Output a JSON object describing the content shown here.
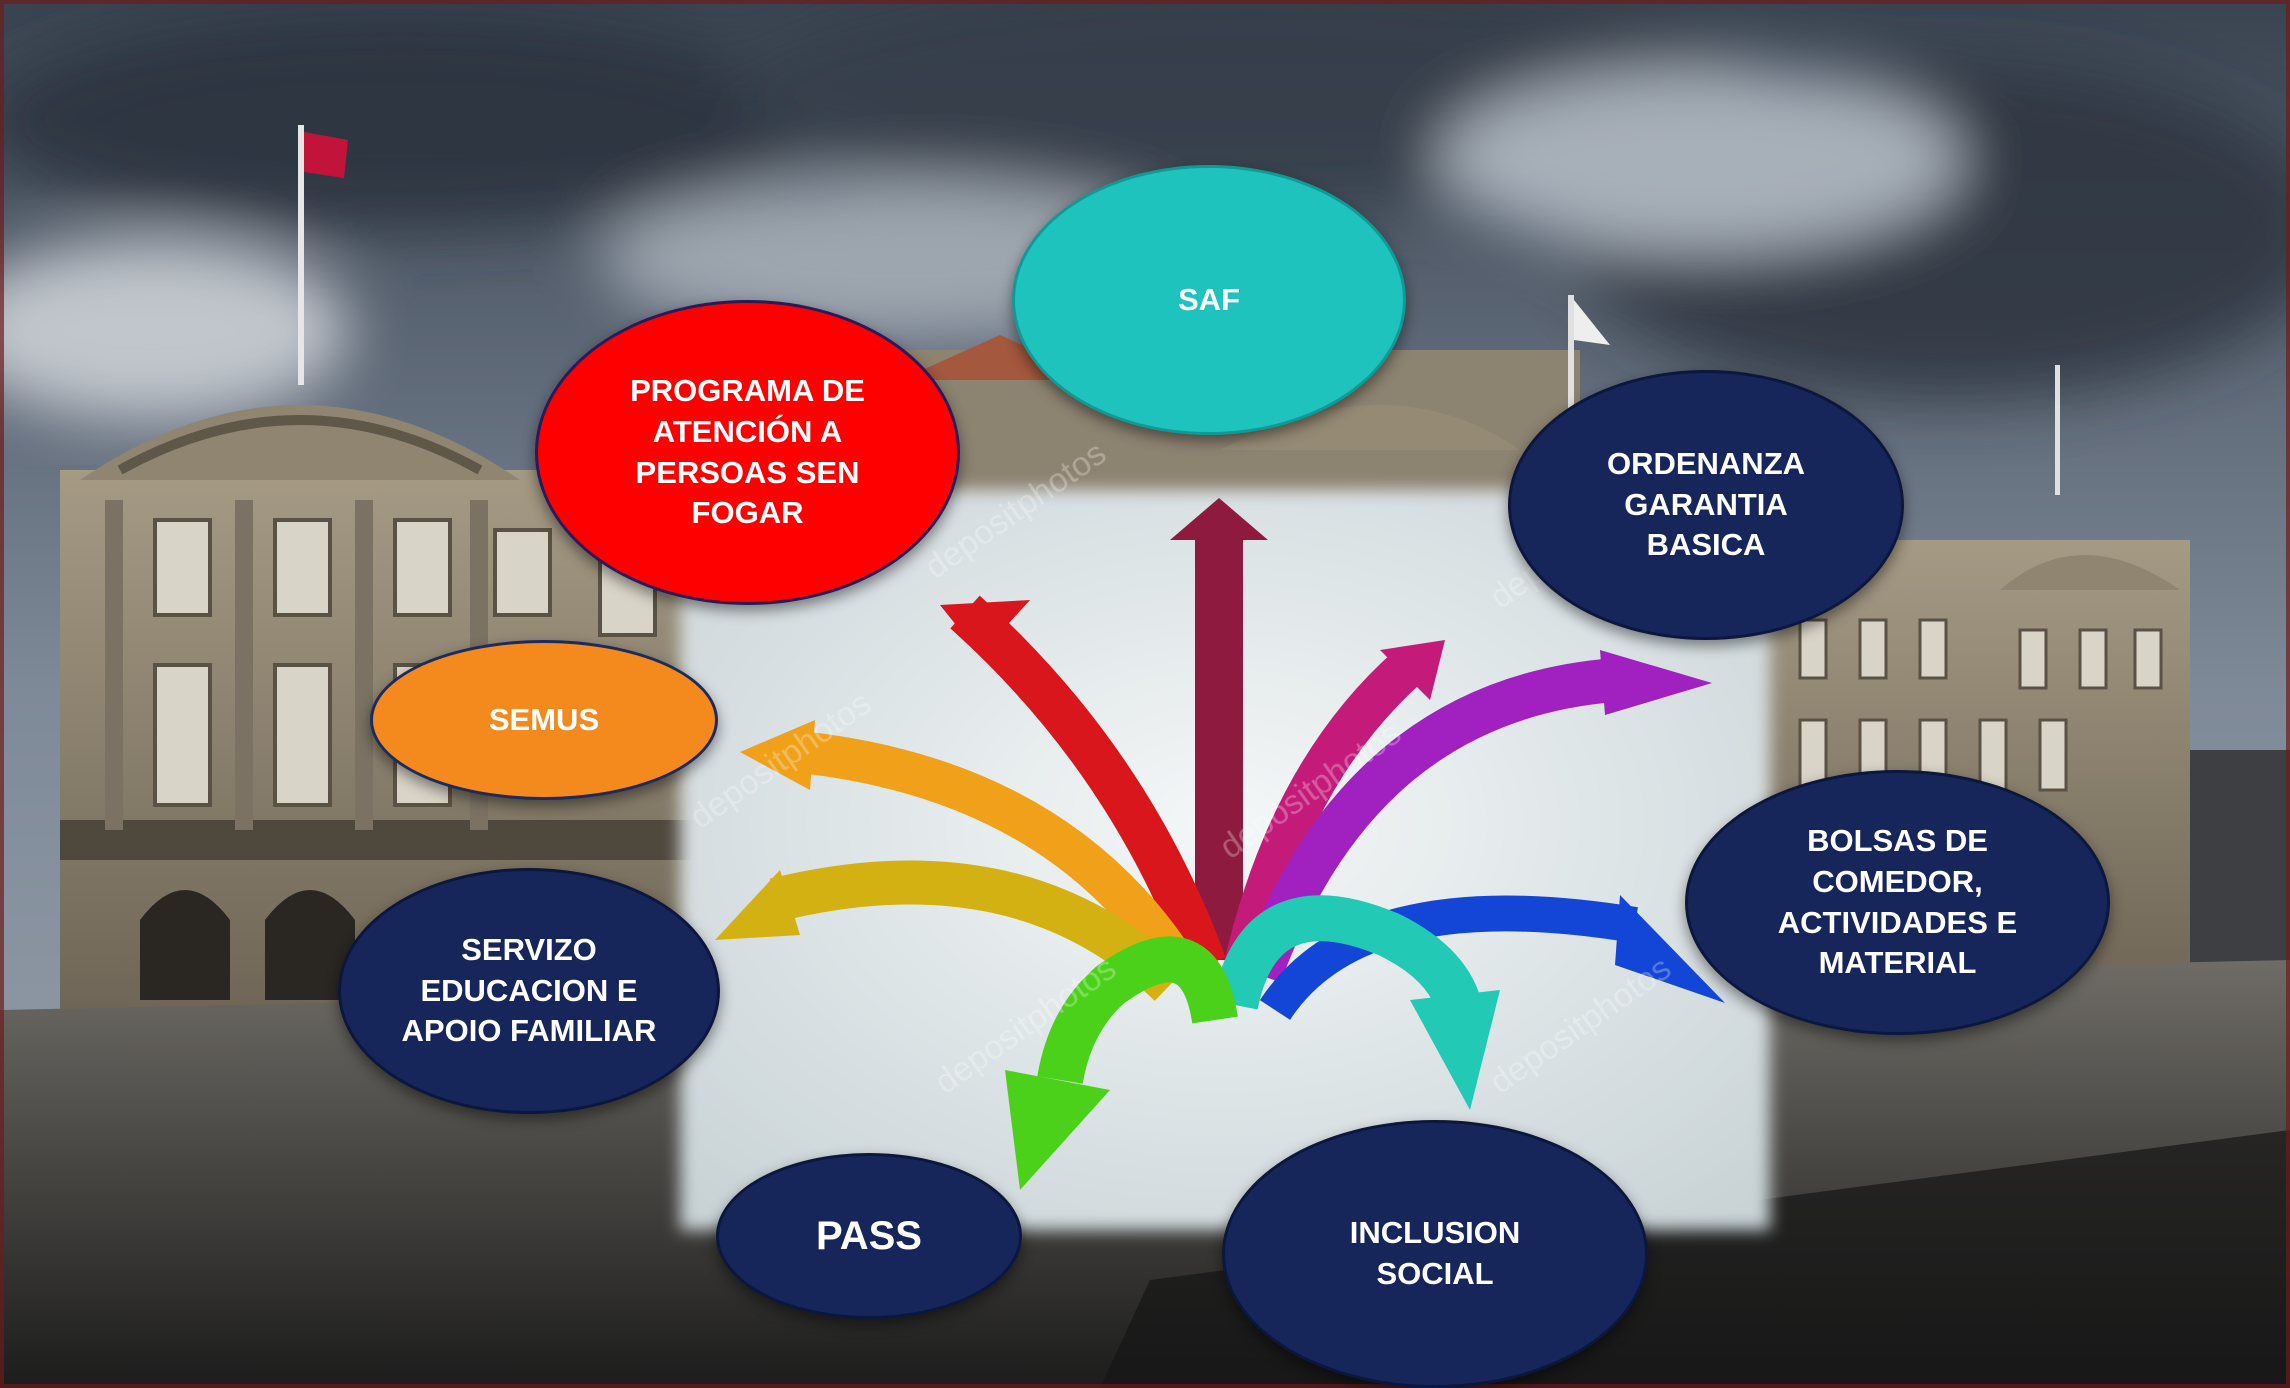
{
  "colors": {
    "navy": "#17265a",
    "red": "#ff0000",
    "cyan": "#1fc3bd",
    "orange": "#f48a1e"
  },
  "nodes": {
    "saf": {
      "label": "SAF",
      "color": "#1fc3bd"
    },
    "programa": {
      "label": "PROGRAMA DE ATENCIÓN A PERSOAS SEN FOGAR",
      "color": "#ff0000"
    },
    "ordenanza": {
      "label": "ORDENANZA GARANTIA BASICA",
      "color": "#17265a"
    },
    "semus": {
      "label": "SEMUS",
      "color": "#f48a1e"
    },
    "bolsas": {
      "label": "BOLSAS DE COMEDOR, ACTIVIDADES E MATERIAL",
      "color": "#17265a"
    },
    "servizo": {
      "label": "SERVIZO EDUCACION E APOIO FAMILIAR",
      "color": "#17265a"
    },
    "pass": {
      "label": "PASS",
      "color": "#17265a"
    },
    "inclusion": {
      "label": "INCLUSION SOCIAL",
      "color": "#17265a"
    }
  },
  "watermark": "depositphotos",
  "arrow_colors": [
    "#8e1b3f",
    "#d8161c",
    "#f0a019",
    "#d4b112",
    "#c41a7a",
    "#a020c0",
    "#1346d6",
    "#22c9b5",
    "#4cd11a"
  ]
}
